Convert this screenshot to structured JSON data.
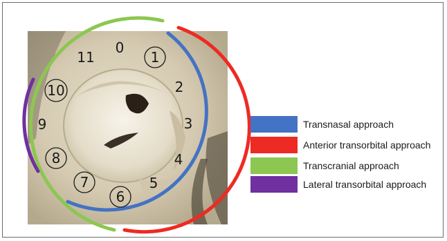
{
  "regions": [
    {
      "id": "0",
      "circled": false
    },
    {
      "id": "1",
      "circled": true
    },
    {
      "id": "2",
      "circled": false
    },
    {
      "id": "3",
      "circled": false
    },
    {
      "id": "4",
      "circled": false
    },
    {
      "id": "5",
      "circled": false
    },
    {
      "id": "6",
      "circled": true
    },
    {
      "id": "7",
      "circled": true
    },
    {
      "id": "8",
      "circled": true
    },
    {
      "id": "9",
      "circled": false
    },
    {
      "id": "10",
      "circled": true
    },
    {
      "id": "11",
      "circled": false
    }
  ],
  "legend": [
    {
      "label": "Transnasal approach",
      "color": "#4472c4"
    },
    {
      "label": "Anterior transorbital approach",
      "color": "#ee2a24"
    },
    {
      "label": "Transcranial approach",
      "color": "#8cc751"
    },
    {
      "label": "Lateral transorbital approach",
      "color": "#7030a0"
    }
  ],
  "colors": {
    "transnasal": "#4472c4",
    "anterior_transorbital": "#ee2a24",
    "transcranial": "#8cc751",
    "lateral_transorbital": "#7030a0"
  }
}
